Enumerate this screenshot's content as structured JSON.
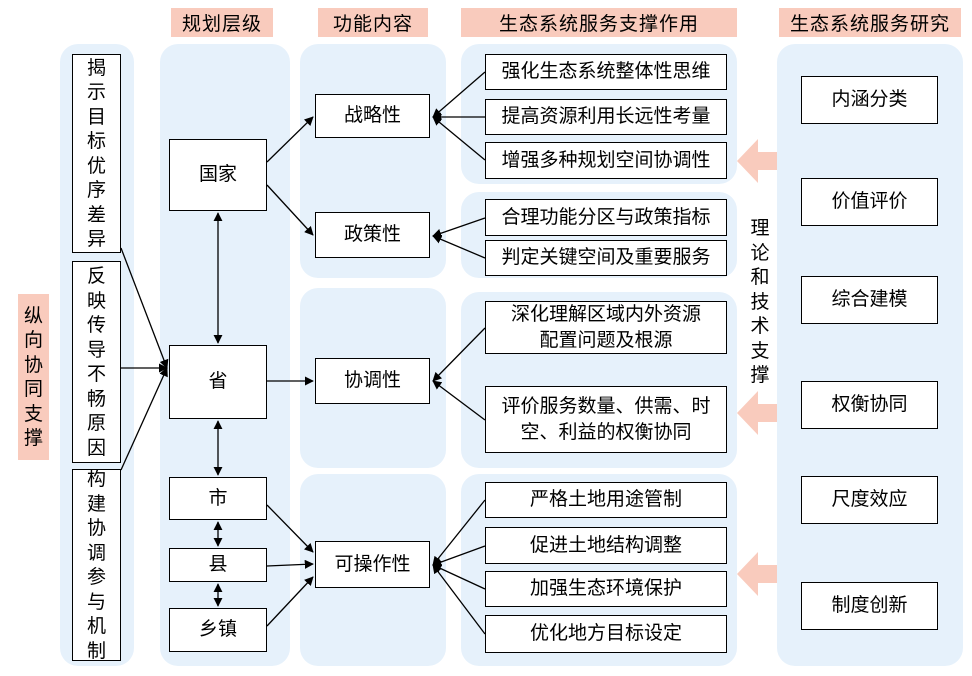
{
  "headers": {
    "levels": "规划层级",
    "function": "功能内容",
    "support": "生态系统服务支撑作用",
    "research": "生态系统服务研究"
  },
  "left_label": "纵向协同支撑",
  "left_boxes": [
    "揭示目标优序差异",
    "反映传导不畅原因",
    "构建协调参与机制"
  ],
  "levels": {
    "national": "国家",
    "province": "省",
    "city": "市",
    "county": "县",
    "town": "乡镇"
  },
  "functions": {
    "strategic": "战略性",
    "policy": "政策性",
    "coordination": "协调性",
    "operability": "可操作性"
  },
  "support": {
    "strategic": [
      "强化生态系统整体性思维",
      "提高资源利用长远性考量",
      "增强多种规划空间协调性"
    ],
    "policy": [
      "合理功能分区与政策指标",
      "判定关键空间及重要服务"
    ],
    "coordination": [
      "深化理解区域内外资源\n配置问题及根源",
      "评价服务数量、供需、时\n空、利益的权衡协同"
    ],
    "operability": [
      "严格土地用途管制",
      "促进土地结构调整",
      "加强生态环境保护",
      "优化地方目标设定"
    ]
  },
  "theory_label": "理论和技术支撑",
  "research_items": [
    "内涵分类",
    "价值评价",
    "综合建模",
    "权衡协同",
    "尺度效应",
    "制度创新"
  ],
  "colors": {
    "panel": "#e6f1fb",
    "header": "#f9cbbd",
    "arrow_fill": "#f9cbbd",
    "line": "#000000"
  }
}
